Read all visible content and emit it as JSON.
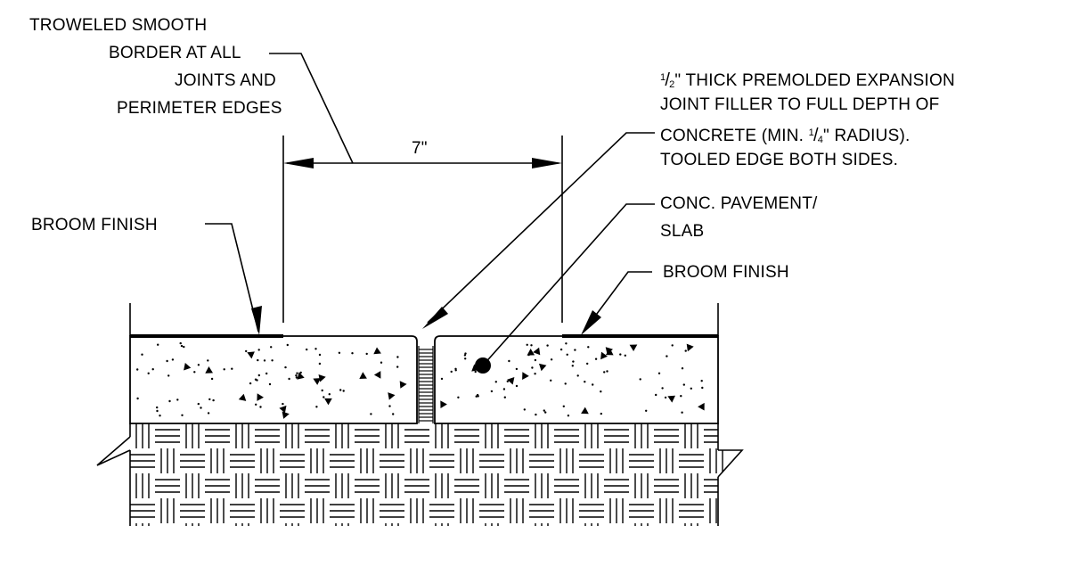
{
  "labels": {
    "troweled_line1": "TROWELED SMOOTH",
    "troweled_line2": "BORDER AT ALL",
    "troweled_line3": "JOINTS AND",
    "troweled_line4": "PERIMETER EDGES",
    "dimension": "7\"",
    "joint_frac1_num": "1",
    "joint_frac1_den": "2",
    "joint_line1_rest": "\" THICK PREMOLDED EXPANSION",
    "joint_line2": "JOINT FILLER TO FULL DEPTH OF",
    "joint_line3_pre": "CONCRETE (MIN. ",
    "joint_frac2_num": "1",
    "joint_frac2_den": "4",
    "joint_line3_post": "\" RADIUS).",
    "joint_line4": "TOOLED EDGE BOTH SIDES.",
    "pavement_line1": "CONC. PAVEMENT/",
    "pavement_line2": "SLAB",
    "broom_left": "BROOM FINISH",
    "broom_right": "BROOM FINISH"
  },
  "colors": {
    "ink": "#000000",
    "paper": "#ffffff"
  }
}
